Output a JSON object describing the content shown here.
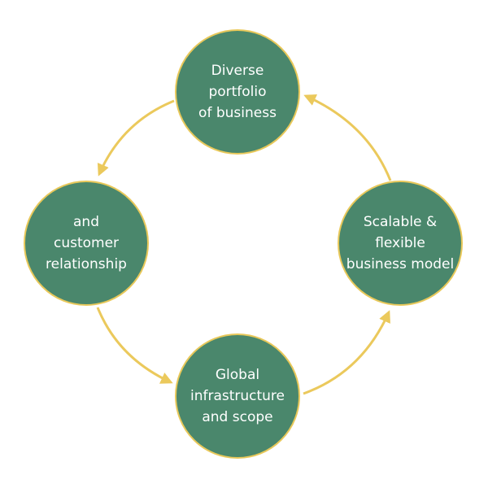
{
  "colors": {
    "node_fill": "#4a876c",
    "node_border": "#e8c85a",
    "arrow": "#ebc95c",
    "text": "#ffffff",
    "background": "#ffffff"
  },
  "nodes": {
    "top": {
      "label": "Diverse\nportfolio\nof business"
    },
    "left": {
      "label": "and\ncustomer\nrelationship"
    },
    "right": {
      "label": "Scalable &\nflexible\nbusiness model"
    },
    "bottom": {
      "label": "Global\ninfrastructure\nand scope"
    }
  }
}
